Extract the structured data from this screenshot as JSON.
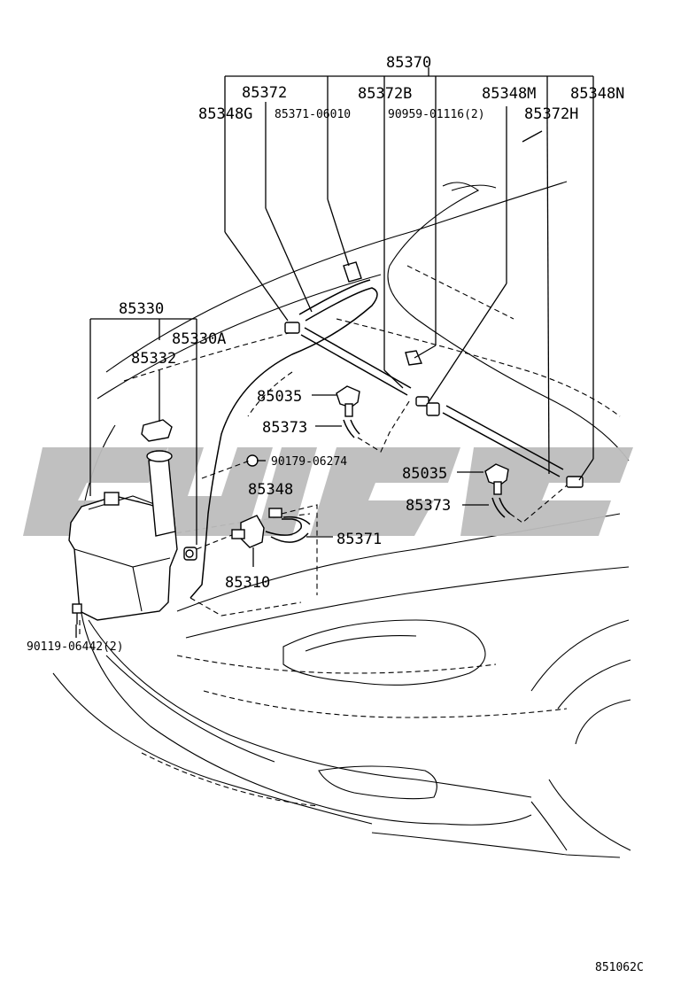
{
  "diagram_id": "851062C",
  "watermark_text": "",
  "labels": {
    "assembly": "85370",
    "p85372": "85372",
    "p85372b": "85372B",
    "p85348m": "85348M",
    "p85348n": "85348N",
    "p85348g": "85348G",
    "p85371_06010": "85371-06010",
    "p90959": "90959-01116(2)",
    "p85372h": "85372H",
    "p85330": "85330",
    "p85330a": "85330A",
    "p85332": "85332",
    "p85035_a": "85035",
    "p85373_a": "85373",
    "p90179": "90179-06274",
    "p85035_b": "85035",
    "p85348": "85348",
    "p85373_b": "85373",
    "p85371": "85371",
    "p85310": "85310",
    "p90119": "90119-06442(2)"
  },
  "colors": {
    "ink": "#000000",
    "watermark": "#bdbdbd",
    "background": "#ffffff"
  }
}
